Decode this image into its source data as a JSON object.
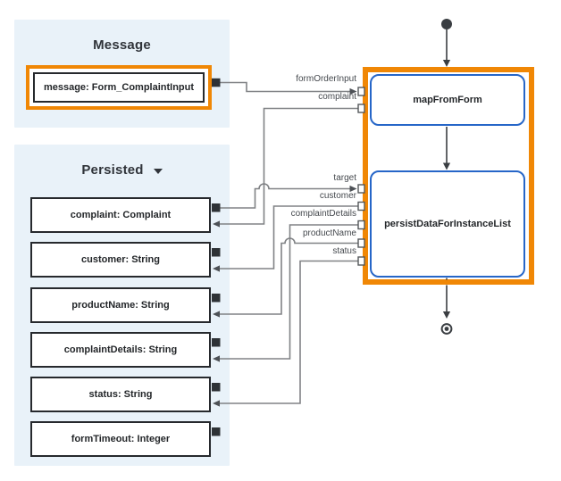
{
  "panels": {
    "message": {
      "title": "Message",
      "variable": {
        "label": "message: Form_ComplaintInput",
        "state": "selected"
      }
    },
    "persisted": {
      "title": "Persisted",
      "items": [
        {
          "label": "complaint: Complaint"
        },
        {
          "label": "customer: String"
        },
        {
          "label": "productName: String"
        },
        {
          "label": "complaintDetails: String"
        },
        {
          "label": "status: String"
        },
        {
          "label": "formTimeout: Integer"
        }
      ]
    }
  },
  "flow": {
    "nodes": [
      {
        "label": "mapFromForm"
      },
      {
        "label": "persistDataForInstanceList"
      }
    ]
  },
  "wire_labels": [
    "formOrderInput",
    "complaint",
    "target",
    "customer",
    "complaintDetails",
    "productName",
    "status"
  ],
  "colors": {
    "selection_orange": "#f08705",
    "node_border_blue": "#2666c8",
    "panel_background_blue": "#e9f2f9",
    "wire_gray": "#808285",
    "flow_dark": "#3a3e42",
    "text_dark": "#30343a"
  }
}
